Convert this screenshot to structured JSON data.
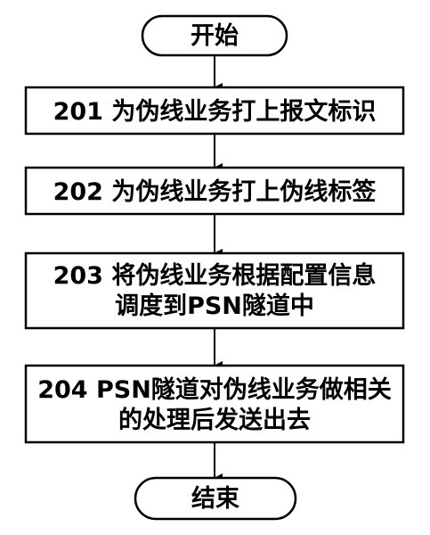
{
  "flowchart": {
    "start": "开始",
    "steps": [
      {
        "lines": [
          "201 为伪线业务打上报文标识"
        ]
      },
      {
        "lines": [
          "202 为伪线业务打上伪线标签"
        ]
      },
      {
        "lines": [
          "203 将伪线业务根据配置信息",
          "调度到PSN隧道中"
        ]
      },
      {
        "lines": [
          "204 PSN隧道对伪线业务做相关",
          "的处理后发送出去"
        ]
      }
    ],
    "end": "结束"
  }
}
